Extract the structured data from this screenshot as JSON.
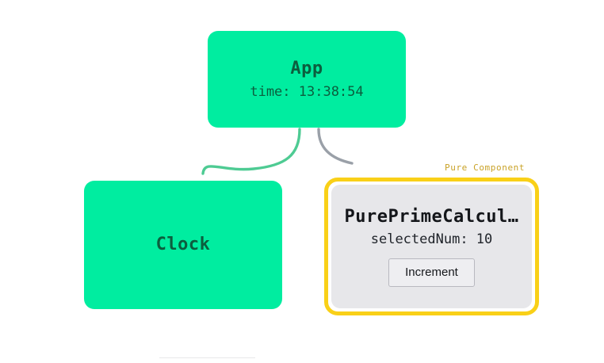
{
  "diagram": {
    "type": "component-tree",
    "background_color": "#ffffff",
    "nodes": [
      {
        "id": "app",
        "title": "App",
        "subtitle": "time: 13:38:54",
        "kind": "stateful",
        "color": "#00eda0",
        "text_color": "#0c5e3e"
      },
      {
        "id": "clock",
        "title": "Clock",
        "kind": "stateful",
        "color": "#00eda0",
        "text_color": "#0c5e3e"
      },
      {
        "id": "pure-prime-calculator",
        "title": "PurePrimeCalcul…",
        "subtitle": "selectedNum: 10",
        "badge": "Pure Component",
        "kind": "pure",
        "color": "#e7e7ea",
        "border_color": "#f9d018",
        "badge_color": "#c9a227",
        "text_color": "#14161a",
        "button_label": "Increment"
      }
    ],
    "edges": [
      {
        "from": "app",
        "to": "clock",
        "color": "#4ecb93"
      },
      {
        "from": "app",
        "to": "pure-prime-calculator",
        "color": "#9aa0a8"
      }
    ]
  }
}
